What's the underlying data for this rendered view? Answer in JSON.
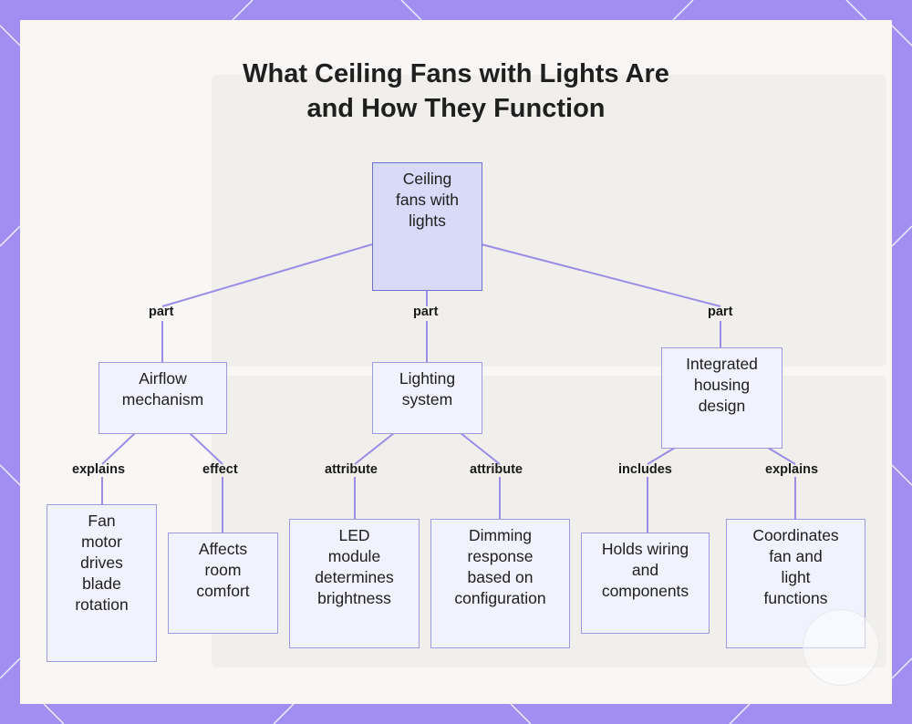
{
  "title": {
    "line1": "What Ceiling Fans with Lights Are",
    "line2": "and How They Function"
  },
  "nodes": {
    "root": {
      "lines": [
        "Ceiling",
        "fans with",
        "lights"
      ]
    },
    "airflow": {
      "lines": [
        "Airflow",
        "mechanism"
      ]
    },
    "lighting": {
      "lines": [
        "Lighting",
        "system"
      ]
    },
    "housing": {
      "lines": [
        "Integrated",
        "housing",
        "design"
      ]
    },
    "fan_motor": {
      "lines": [
        "Fan",
        "motor",
        "drives",
        "blade",
        "rotation"
      ]
    },
    "comfort": {
      "lines": [
        "Affects",
        "room",
        "comfort"
      ]
    },
    "led": {
      "lines": [
        "LED",
        "module",
        "determines",
        "brightness"
      ]
    },
    "dimming": {
      "lines": [
        "Dimming",
        "response",
        "based on",
        "configuration"
      ]
    },
    "wiring": {
      "lines": [
        "Holds wiring",
        "and",
        "components"
      ]
    },
    "coordinates": {
      "lines": [
        "Coordinates",
        "fan and",
        "light",
        "functions"
      ]
    }
  },
  "edges": {
    "root_airflow": "part",
    "root_lighting": "part",
    "root_housing": "part",
    "airflow_motor": "explains",
    "airflow_comfort": "effect",
    "lighting_led": "attribute",
    "lighting_dimming": "attribute",
    "housing_wiring": "includes",
    "housing_coordinates": "explains"
  },
  "colors": {
    "frame": "#a08ef0",
    "edge": "#9b8de6",
    "node_fill": "#f1f2fd",
    "root_fill": "#d8daf8",
    "node_border": "#9a9be0"
  }
}
